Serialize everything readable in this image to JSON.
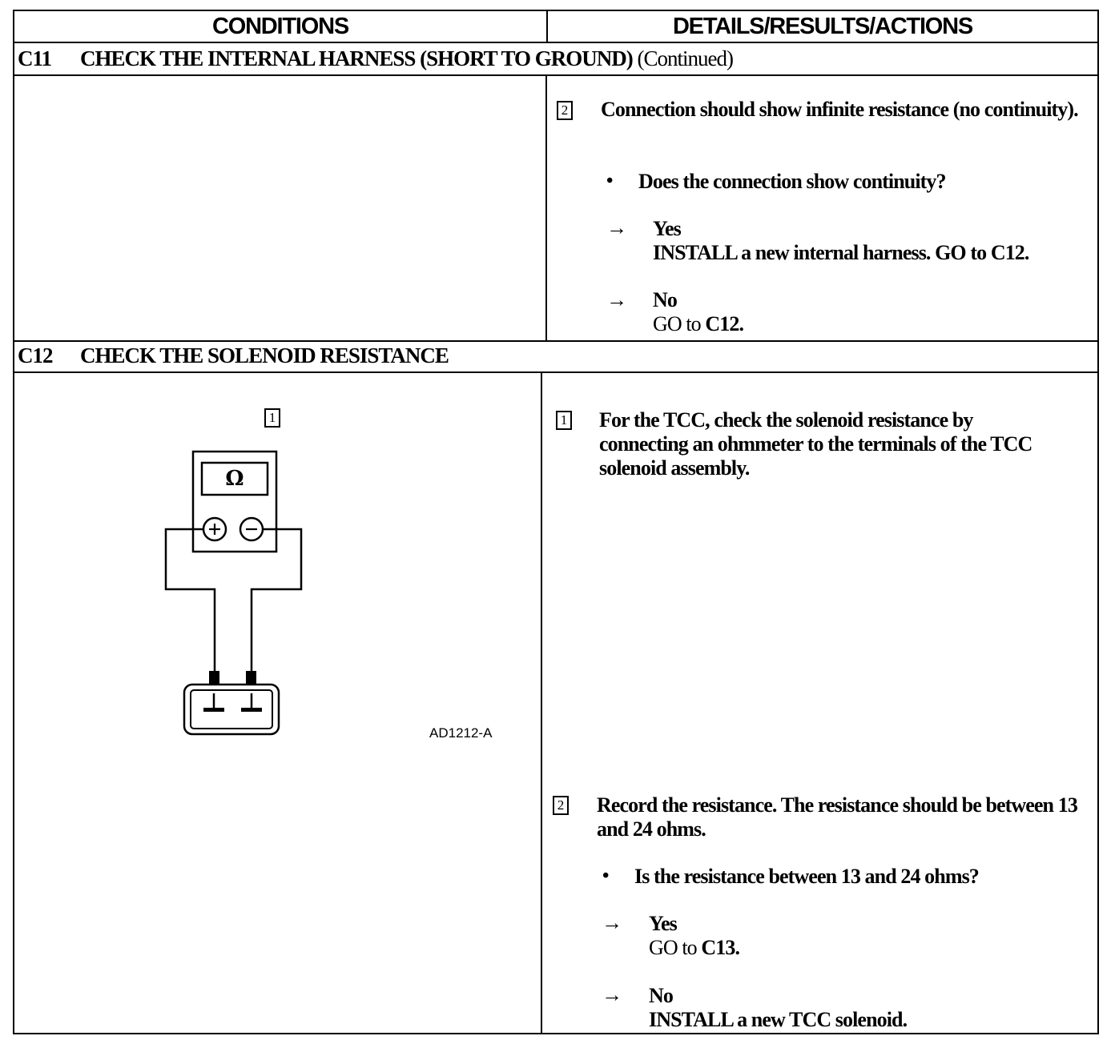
{
  "header": {
    "conditions": "CONDITIONS",
    "details": "DETAILS/RESULTS/ACTIONS"
  },
  "c11": {
    "code": "C11",
    "title": "CHECK THE INTERNAL HARNESS (SHORT TO GROUND)",
    "continued": "(Continued)",
    "step": "2",
    "text": "Connection should show infinite resistance (no continuity).",
    "question": "Does the connection show continuity?",
    "yes_label": "Yes",
    "yes_action_1": "INSTALL a new internal harness. GO to ",
    "yes_action_ref": "C12.",
    "no_label": "No",
    "no_action_1": "GO to ",
    "no_action_ref": "C12."
  },
  "c12": {
    "code": "C12",
    "title": "CHECK THE SOLENOID RESISTANCE",
    "figure": {
      "step": "1",
      "meter_symbol": "Ω",
      "plus": "+",
      "minus": "−",
      "id": "AD1212-A"
    },
    "step1": "1",
    "step1_text": "For the TCC, check the solenoid resistance by connecting an ohmmeter to the terminals of the TCC solenoid assembly.",
    "step2": "2",
    "step2_text": "Record the resistance. The resistance should be between 13 and 24 ohms.",
    "question": "Is the resistance between 13 and 24 ohms?",
    "yes_label": "Yes",
    "yes_action_1": "GO to ",
    "yes_action_ref": "C13.",
    "no_label": "No",
    "no_action": "INSTALL a new TCC solenoid."
  },
  "glyphs": {
    "bullet": "•",
    "arrow": "→"
  }
}
